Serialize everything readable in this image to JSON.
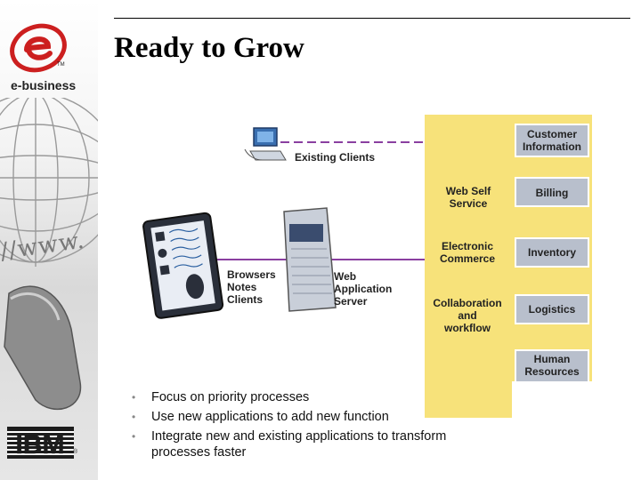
{
  "branding": {
    "logo_mark": "e",
    "logo_tm": "TM",
    "logo_text": "e-business",
    "watermark_text": "//www.",
    "company": "IBM",
    "company_reg": "®"
  },
  "slide": {
    "title": "Ready to Grow"
  },
  "diagram": {
    "clients": {
      "existing": "Existing Clients",
      "browsers": "Browsers\nNotes\nClients",
      "server": "Web\nApplication\nServer"
    },
    "services": [
      "Web Self\nService",
      "Electronic\nCommerce",
      "Collaboration\nand\nworkflow"
    ],
    "backends": [
      "Customer\nInformation",
      "Billing",
      "Inventory",
      "Logistics",
      "Human\nResources"
    ]
  },
  "bullets": [
    "Focus on priority processes",
    "Use new applications to add new function",
    "Integrate new and existing applications to transform",
    "processes faster"
  ],
  "colors": {
    "panel": "#f7e27a",
    "backend_box": "#b8bfcc",
    "connector": "#8a3fa0",
    "logo_red": "#cc1f1f"
  }
}
